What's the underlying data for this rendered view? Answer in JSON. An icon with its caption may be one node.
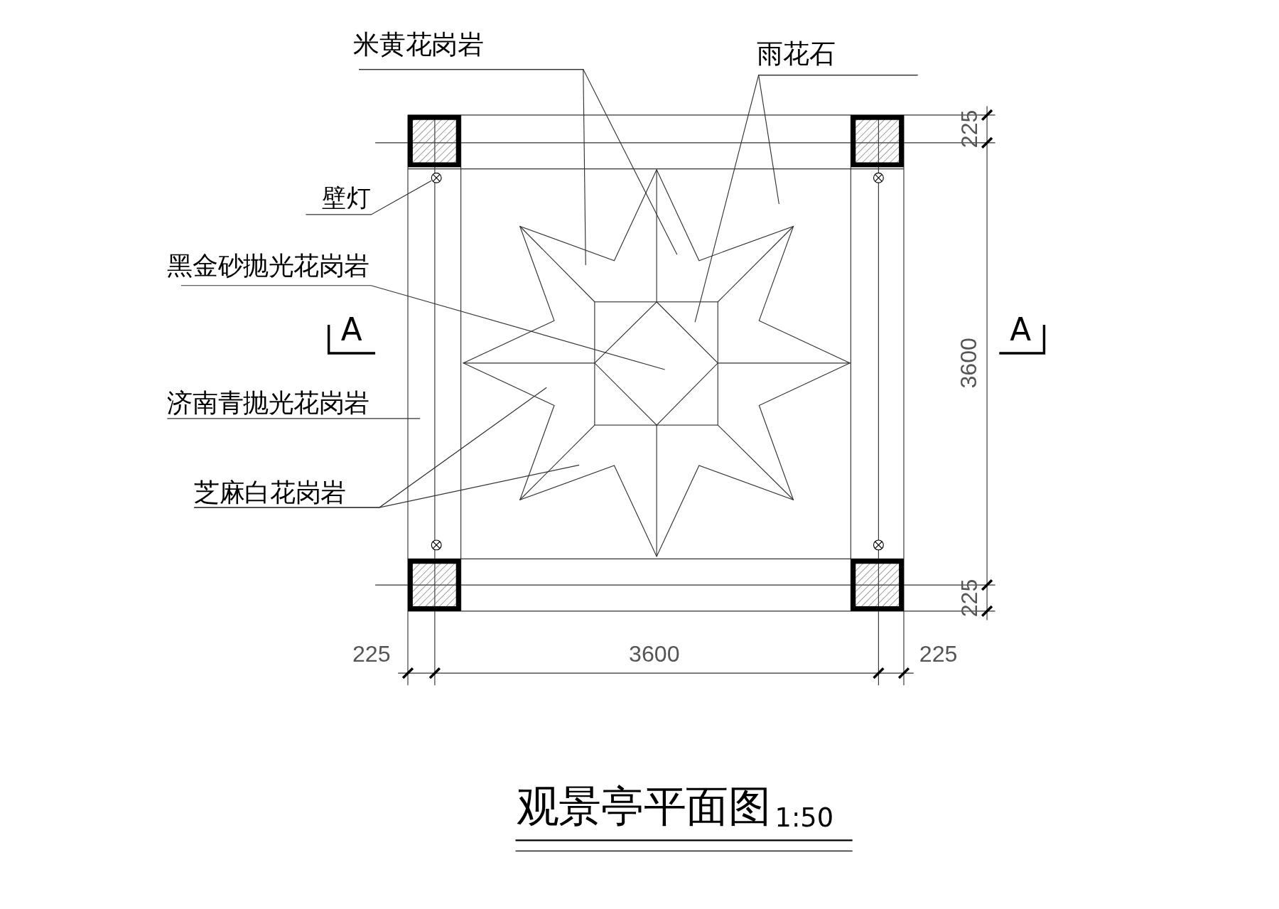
{
  "diagram": {
    "title": "观景亭平面图",
    "nodes": [
      {
        "text": [
          "米黄花岗岩"
        ]
      },
      {
        "text": [
          "雨花石"
        ]
      },
      {
        "text": [
          "壁灯"
        ]
      },
      {
        "text": [
          "黑金砂抛光花岗岩"
        ]
      },
      {
        "text": [
          "济南青抛光花岗岩"
        ]
      },
      {
        "text": [
          "芝麻白花岗岩"
        ]
      },
      {
        "text": [],
        "shape": "circle"
      },
      {
        "text": [],
        "shape": "circle"
      },
      {
        "text": [],
        "shape": "circle"
      },
      {
        "text": [],
        "shape": "circle"
      }
    ],
    "edges": [
      {
        "from": 0,
        "to": null,
        "arrow": "none"
      },
      {
        "from": 0,
        "to": null,
        "arrow": "none"
      },
      {
        "from": 1,
        "to": null,
        "arrow": "none"
      },
      {
        "from": 1,
        "to": null,
        "arrow": "none"
      },
      {
        "from": 2,
        "to": 6,
        "arrow": "none"
      },
      {
        "from": 3,
        "to": null,
        "arrow": "none"
      },
      {
        "from": 4,
        "to": null,
        "arrow": "none"
      },
      {
        "from": 5,
        "to": null,
        "arrow": "none"
      },
      {
        "from": 5,
        "to": null,
        "arrow": "none"
      }
    ],
    "labels": [
      "225",
      "A",
      "A",
      "3600",
      "225",
      "225",
      "3600",
      "225",
      "1:50"
    ]
  }
}
